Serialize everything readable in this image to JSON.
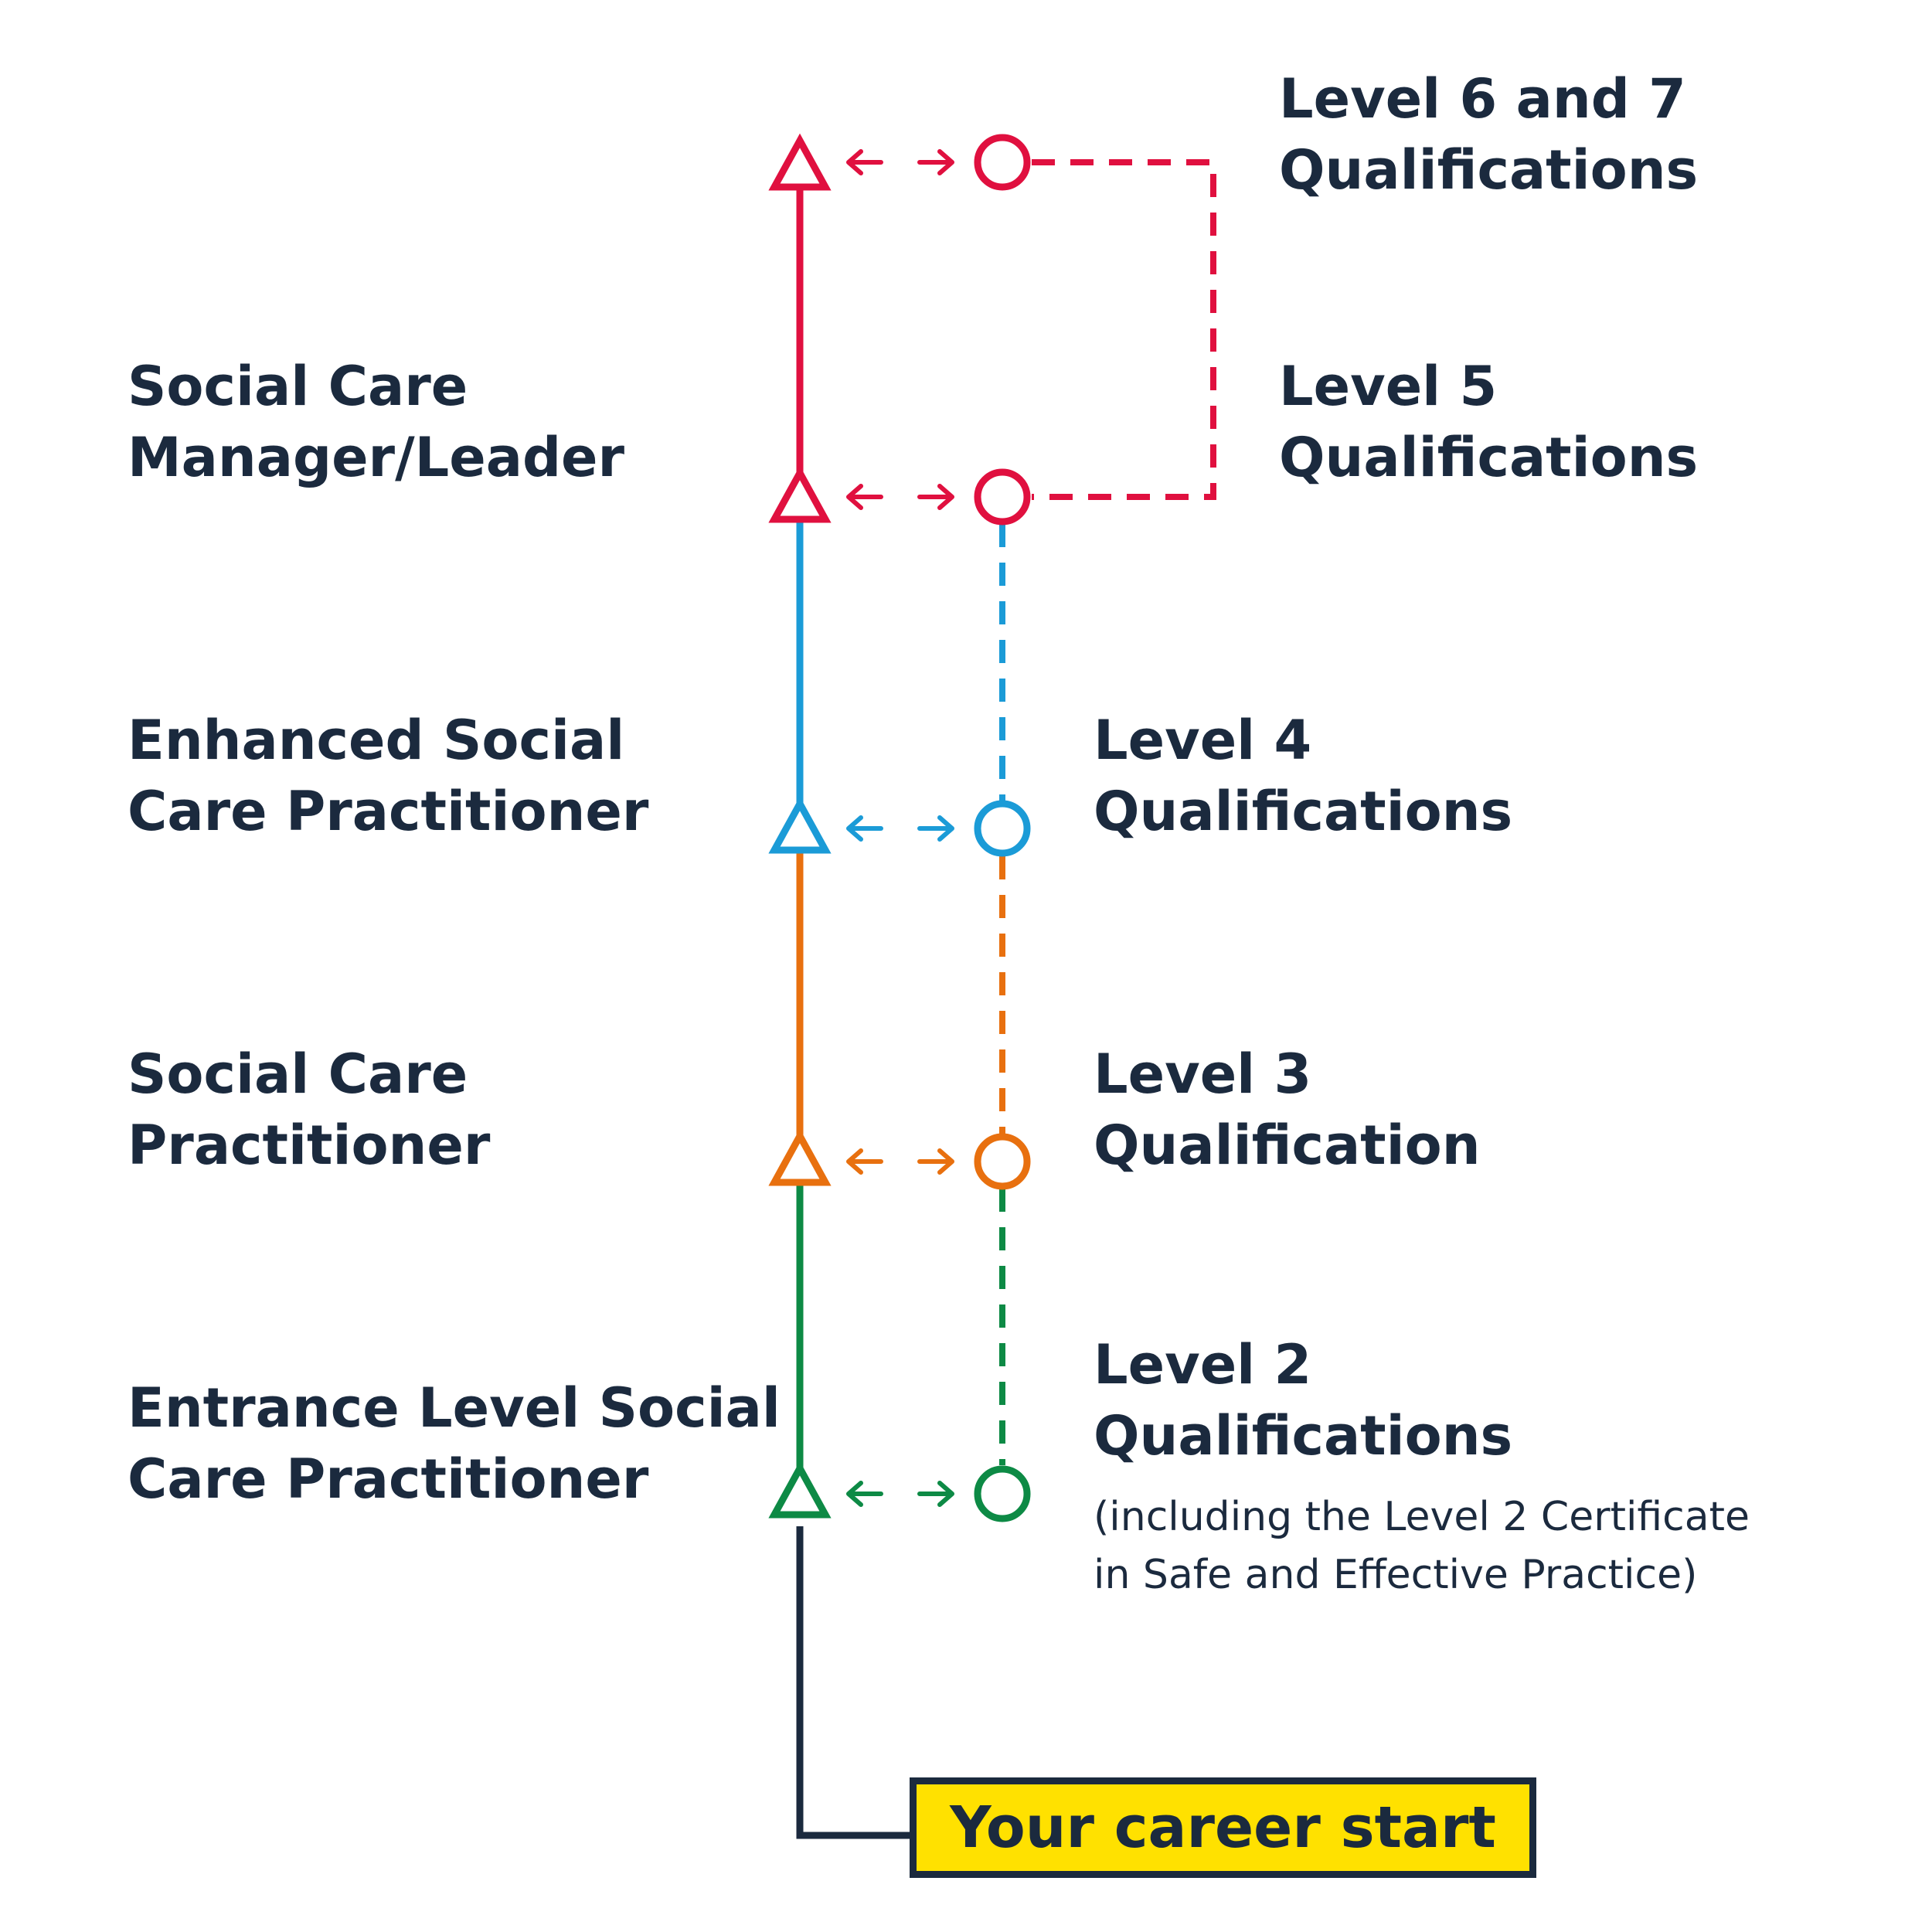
{
  "colors": {
    "dark": "#1b2a3e",
    "red": "#e0103f",
    "blue": "#1b9bd7",
    "orange": "#e8700f",
    "green": "#0d8a45",
    "highlight": "#ffe100"
  },
  "roles": [
    {
      "line1": "Social Care",
      "line2": "Manager/Leader"
    },
    {
      "line1": "Enhanced Social",
      "line2": "Care Practitioner"
    },
    {
      "line1": "Social Care",
      "line2": "Practitioner"
    },
    {
      "line1": "Entrance Level Social",
      "line2": "Care Practitioner"
    }
  ],
  "qualifications": [
    {
      "line1": "Level 6 and 7",
      "line2": "Qualifications"
    },
    {
      "line1": "Level 5",
      "line2": "Qualifications"
    },
    {
      "line1": "Level 4",
      "line2": "Qualifications"
    },
    {
      "line1": "Level 3",
      "line2": "Qualification"
    },
    {
      "line1": "Level 2",
      "line2": "Qualifications"
    }
  ],
  "level2_note": {
    "line1": "(including the Level 2 Certificate",
    "line2": "in Safe and Effective Practice)"
  },
  "start_label": "Your career start",
  "icons": {
    "role_marker": "triangle-icon",
    "qualification_marker": "circle-icon",
    "link_arrows": "double-arrow-icon"
  }
}
